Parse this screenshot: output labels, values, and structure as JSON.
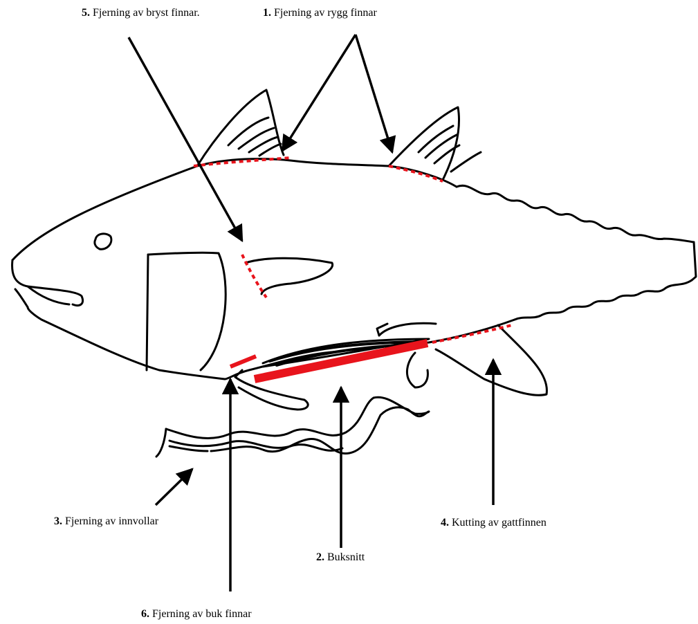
{
  "labels": {
    "step1": {
      "num": "1.",
      "text": " Fjerning av rygg finnar"
    },
    "step2": {
      "num": "2.",
      "text": " Buksnitt"
    },
    "step3": {
      "num": "3.",
      "text": " Fjerning av innvollar"
    },
    "step4": {
      "num": "4.",
      "text": " Kutting av gattfinnen"
    },
    "step5": {
      "num": "5.",
      "text": " Fjerning av bryst finnar."
    },
    "step6": {
      "num": "6.",
      "text": " Fjerning av buk finnar"
    }
  },
  "colors": {
    "outline": "#000000",
    "cut_line": "#e8141c",
    "background": "#ffffff"
  }
}
